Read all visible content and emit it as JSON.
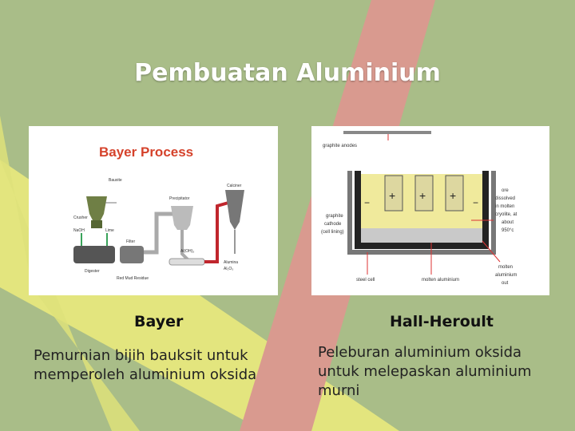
{
  "slide": {
    "title": "Pembuatan Aluminium",
    "colors": {
      "background": "#a9bd88",
      "yellow_band": "#e3e57e",
      "pink_band": "#d99a8f"
    }
  },
  "bayer": {
    "label": "Bayer",
    "description_line1": "Pemurnian bijih bauksit untuk",
    "description_line2": "memperoleh aluminium oksida",
    "diagram": {
      "title": "Bayer Process",
      "labels": {
        "bauxite": "Bauxite",
        "crusher": "Crusher",
        "naoh": "NaOH",
        "lime": "Lime",
        "digester": "Digester",
        "red_mud": "Red Mud Residue",
        "filter": "Filter",
        "precipitator": "Precipitator",
        "calciner": "Calciner",
        "al_oh3": "Al(OH)₃",
        "alumina": "Alumina",
        "al2o3": "Al₂O₃"
      }
    }
  },
  "hall": {
    "label": "Hall-Heroult",
    "description_line1": "Peleburan aluminium oksida",
    "description_line2": "untuk melepaskan aluminium",
    "description_line3": "murni",
    "diagram": {
      "labels": {
        "graphite_anodes": "graphite anodes",
        "graphite_cathode": "graphite",
        "graphite_cathode2": "cathode",
        "graphite_cathode3": "(cell lining)",
        "ore1": "ore",
        "ore2": "dissolved",
        "ore3": "in molten",
        "ore4": "cryolite, at",
        "ore5": "about",
        "ore6": "950°c",
        "steel_cell": "steel cell",
        "molten_al": "molten aluminium",
        "molten_out1": "molten",
        "molten_out2": "aluminium",
        "molten_out3": "out",
        "plus": "+",
        "minus": "−"
      }
    }
  }
}
